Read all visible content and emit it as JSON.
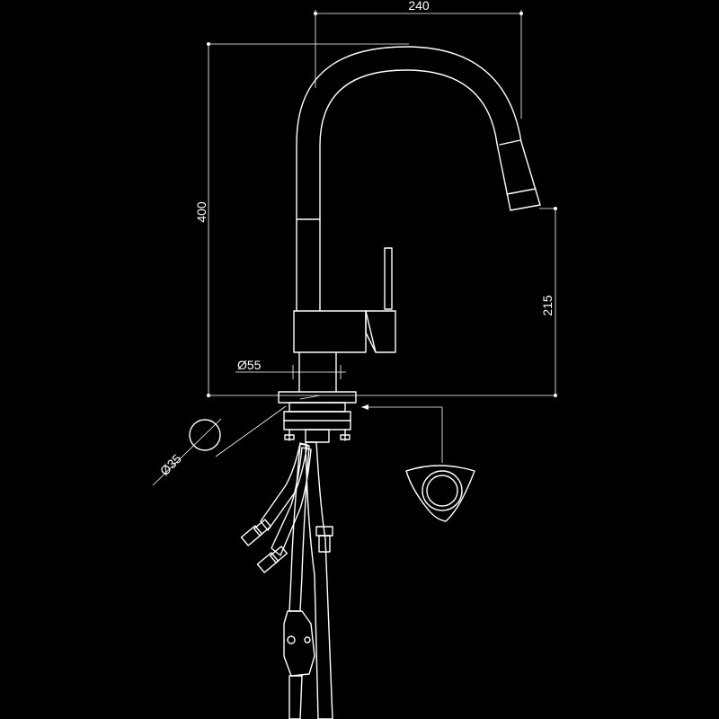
{
  "colors": {
    "background": "#000000",
    "line": "#ffffff"
  },
  "dimensions": {
    "width_label": "240",
    "height_label": "400",
    "spout_height_label": "215",
    "base_diameter_label": "Ø55",
    "hole_diameter_label": "Ø35"
  }
}
